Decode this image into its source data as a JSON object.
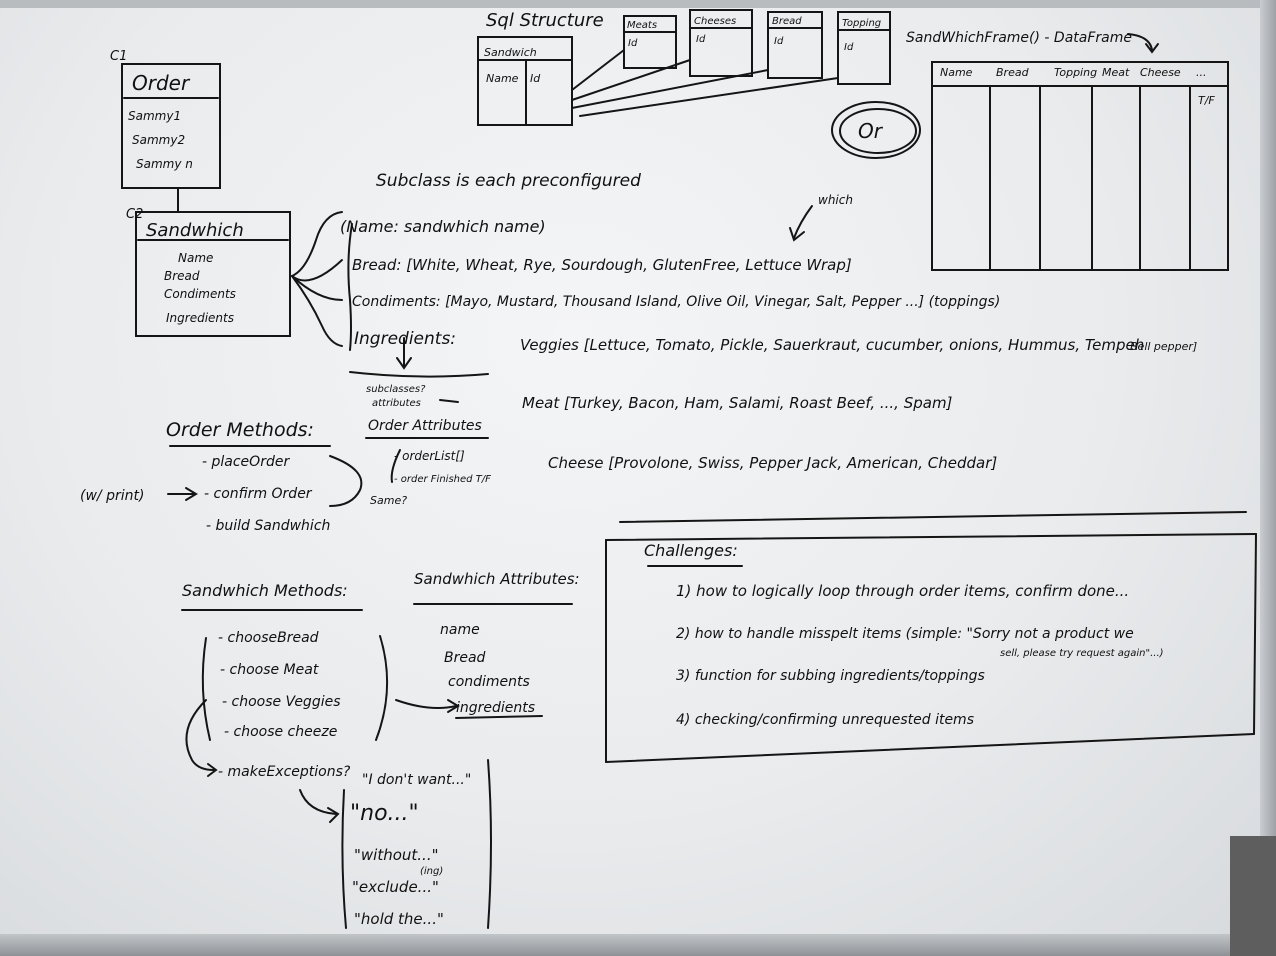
{
  "sql": {
    "title": "Sql Structure",
    "sandwich_table": {
      "header": "Sandwich",
      "row": "Name",
      "col": "Id"
    },
    "tables": [
      {
        "name": "Meats",
        "col": "Id"
      },
      {
        "name": "Cheeses",
        "col": "Id"
      },
      {
        "name": "Bread",
        "col": "Id"
      },
      {
        "name": "Topping",
        "col": "Id"
      }
    ]
  },
  "frame": {
    "title": "SandWhichFrame() - DataFrame",
    "columns": [
      "Name",
      "Bread",
      "Topping",
      "Meat",
      "Cheese",
      "..."
    ],
    "last_col": "T/F",
    "or_label": "Or"
  },
  "order_box": {
    "tag": "C1",
    "title": "Order",
    "items": [
      "Sammy1",
      "Sammy2",
      "Sammy n"
    ]
  },
  "sandwich_box": {
    "tag": "C2",
    "title": "Sandwhich",
    "items": [
      "Name",
      "Bread",
      "Condiments",
      "Ingredients"
    ]
  },
  "subclass_note": "Subclass is each preconfigured",
  "which_note": "which",
  "attributes": {
    "name": "(Name: sandwhich name)",
    "bread": "Bread: [White, Wheat, Rye, Sourdough, GlutenFree, Lettuce Wrap]",
    "condiments": "Condiments: [Mayo, Mustard, Thousand Island, Olive Oil, Vinegar, Salt, Pepper ...] (toppings)",
    "ingredients": "Ingredients:",
    "veggies": "Veggies [Lettuce, Tomato, Pickle, Sauerkraut, cucumber, onions, Hummus, Tempeh",
    "veggies_cont": "Bell pepper]",
    "meat": "Meat [Turkey, Bacon, Ham, Salami, Roast Beef, ..., Spam]",
    "cheese": "Cheese [Provolone, Swiss, Pepper Jack, American, Cheddar]",
    "subclasses_note": "subclasses?",
    "attributes_note": "attributes"
  },
  "order_methods": {
    "title": "Order Methods:",
    "items": [
      "- placeOrder",
      "- confirm Order",
      "- build Sandwhich"
    ],
    "print_note": "(w/ print)"
  },
  "order_attributes": {
    "title": "Order Attributes",
    "items": [
      "- orderList[]",
      "- order Finished T/F"
    ],
    "same_note": "Same?"
  },
  "sandwich_methods": {
    "title": "Sandwhich Methods:",
    "items": [
      "- chooseBread",
      "- choose Meat",
      "- choose Veggies",
      "- choose cheeze",
      "- makeExceptions?"
    ]
  },
  "sandwich_attributes": {
    "title": "Sandwhich Attributes:",
    "items": [
      "name",
      "Bread",
      "condiments",
      "ingredients"
    ]
  },
  "exceptions": [
    "\"I don't want...\"",
    "\"no...\"",
    "\"without...\"",
    "\"exclude...\"",
    "\"hold the...\""
  ],
  "exceptions_ing": "(ing)",
  "challenges": {
    "title": "Challenges:",
    "items": [
      "1) how to logically loop through order items, confirm done...",
      "2) how to handle misspelt items (simple: \"Sorry not a product we",
      "3) function for subbing ingredients/toppings",
      "4) checking/confirming unrequested items"
    ],
    "item2_cont": "sell, please try request again\"...)"
  }
}
